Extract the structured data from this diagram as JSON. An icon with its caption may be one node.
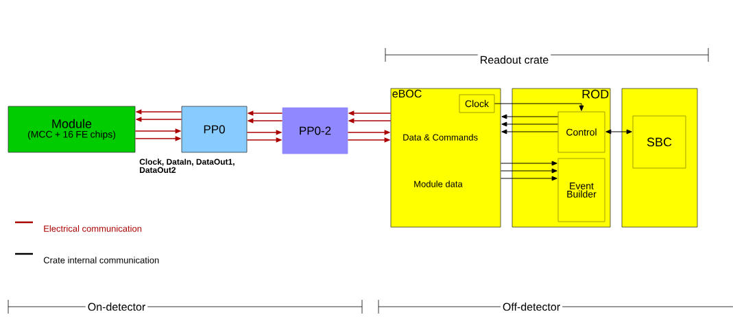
{
  "diagram": {
    "nodes": [
      {
        "text": [
          "Module",
          "(MCC + 16 FE chips)"
        ]
      },
      {
        "text": [
          "PP0"
        ]
      },
      {
        "text": [
          "PP0-2"
        ]
      },
      {
        "text": [
          "eBOC"
        ]
      },
      {
        "text": [
          "Clock"
        ],
        "in": 3
      },
      {
        "text": [
          "ROD"
        ]
      },
      {
        "text": [
          "Control"
        ],
        "in": 5
      },
      {
        "text": [
          "Event Builder"
        ],
        "in": 5
      },
      {
        "text": [],
        "shape": "box"
      },
      {
        "text": [
          "SBC"
        ],
        "in": 8
      }
    ],
    "edges": [
      {
        "from": 1,
        "to": 0,
        "arrow": "to"
      },
      {
        "from": 1,
        "to": 0,
        "arrow": "to"
      },
      {
        "from": 0,
        "to": 1,
        "arrow": "to"
      },
      {
        "from": 0,
        "to": 1,
        "arrow": "to"
      },
      {
        "from": 2,
        "to": 1,
        "arrow": "to"
      },
      {
        "from": 2,
        "to": 1,
        "arrow": "to"
      },
      {
        "from": 1,
        "to": 2,
        "arrow": "to"
      },
      {
        "from": 1,
        "to": 2,
        "arrow": "to"
      },
      {
        "from": 3,
        "to": 2,
        "arrow": "to"
      },
      {
        "from": 3,
        "to": 2,
        "arrow": "to"
      },
      {
        "from": 2,
        "to": 3,
        "arrow": "to"
      },
      {
        "from": 2,
        "to": 3,
        "arrow": "to"
      },
      {
        "from": 4,
        "to": 6,
        "arrow": "to",
        "color": "#000000"
      },
      {
        "from": 6,
        "to": 3,
        "arrow": "to",
        "color": "#000000"
      },
      {
        "from": 6,
        "to": 3,
        "arrow": "to",
        "color": "#000000"
      },
      {
        "from": 6,
        "to": 3,
        "arrow": "to",
        "color": "#000000"
      },
      {
        "from": 3,
        "to": 7,
        "arrow": "to",
        "color": "#000000"
      },
      {
        "from": 3,
        "to": 7,
        "arrow": "to",
        "color": "#000000"
      },
      {
        "from": 3,
        "to": 7,
        "arrow": "to",
        "color": "#000000"
      },
      {
        "from": 6,
        "to": 9,
        "arrow": "both",
        "color": "#000000"
      }
    ],
    "labels": [
      "Readout crate",
      "Clock, DataIn, DataOut1, DataOut2",
      "Data & Commands",
      "Module data",
      "On-detector",
      "Off-detector"
    ],
    "legend": [
      {
        "text": "Electrical communication"
      },
      {
        "text": "Crate internal communication"
      }
    ]
  }
}
